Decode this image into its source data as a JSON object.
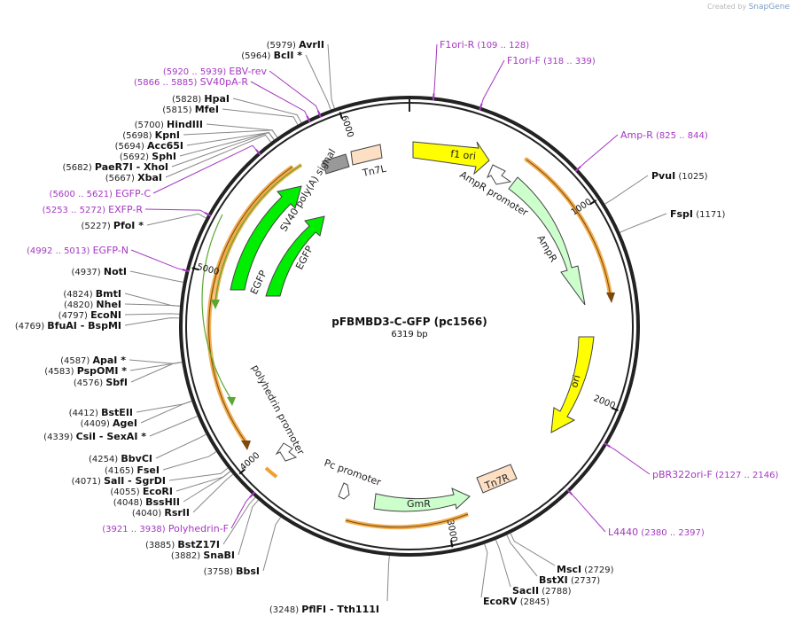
{
  "credit": {
    "prefix": "Created by",
    "brand": "SnapGene"
  },
  "plasmid": {
    "name": "pFBMBD3-C-GFP (pc1566)",
    "length_label": "6319 bp"
  },
  "ticks": [
    {
      "label": "1000",
      "ang": 56,
      "r": 193
    },
    {
      "label": "2000",
      "ang": 112,
      "r": 226
    },
    {
      "label": "3000",
      "ang": 169,
      "r": 215
    },
    {
      "label": "4000",
      "ang": 229,
      "r": 224
    },
    {
      "label": "5000",
      "ang": 285,
      "r": 229
    },
    {
      "label": "6000",
      "ang": 342,
      "r": 228
    }
  ],
  "enzymes_right": [
    {
      "name": "PvuI",
      "pos": "(1025)",
      "ang": 58
    },
    {
      "name": "FspI",
      "pos": "(1171)",
      "ang": 66
    }
  ],
  "enzymes_bottom_right": [
    {
      "name": "MscI",
      "pos": "(2729)",
      "ang": 154
    },
    {
      "name": "BstXI",
      "pos": "(2737)",
      "ang": 155
    },
    {
      "name": "SacII",
      "pos": "(2788)",
      "ang": 158
    },
    {
      "name": "EcoRV",
      "pos": "(2845)",
      "ang": 161
    }
  ],
  "enzymes_bottom": [
    {
      "name": "PflFI",
      "name2": "Tth111I",
      "pos": "(3248)",
      "ang": 185
    }
  ],
  "enzymes_left": [
    {
      "name": "BbsI",
      "pos": "(3758)",
      "ang": 214
    },
    {
      "name": "SnaBI",
      "pos": "(3882)",
      "ang": 221
    },
    {
      "name": "BstZ17I",
      "pos": "(3885)",
      "ang": 222
    },
    {
      "name": "RsrII",
      "pos": "(4040)",
      "ang": 230
    },
    {
      "name": "BssHII",
      "pos": "(4048)",
      "ang": 231
    },
    {
      "name": "EcoRI",
      "pos": "(4055)",
      "ang": 231
    },
    {
      "name": "SalI",
      "name2": "SgrDI",
      "pos": "(4071)",
      "ang": 232
    },
    {
      "name": "FseI",
      "pos": "(4165)",
      "ang": 237
    },
    {
      "name": "BbvCI",
      "pos": "(4254)",
      "ang": 242
    },
    {
      "name": "CsiI",
      "name2": "SexAI *",
      "pos": "(4339)",
      "ang": 247
    },
    {
      "name": "AgeI",
      "pos": "(4409)",
      "ang": 251
    },
    {
      "name": "BstEII",
      "pos": "(4412)",
      "ang": 251
    },
    {
      "name": "SbfI",
      "pos": "(4576)",
      "ang": 261
    },
    {
      "name": "PspOMI *",
      "pos": "(4583)",
      "ang": 261
    },
    {
      "name": "ApaI *",
      "pos": "(4587)",
      "ang": 261
    },
    {
      "name": "BfuAI",
      "name2": "BspMI",
      "pos": "(4769)",
      "ang": 272
    },
    {
      "name": "EcoNI",
      "pos": "(4797)",
      "ang": 273
    },
    {
      "name": "NheI",
      "pos": "(4820)",
      "ang": 275
    },
    {
      "name": "BmtI",
      "pos": "(4824)",
      "ang": 275
    },
    {
      "name": "NotI",
      "pos": "(4937)",
      "ang": 281
    },
    {
      "name": "PfoI *",
      "pos": "(5227)",
      "ang": 298
    },
    {
      "name": "XbaI",
      "pos": "(5667)",
      "ang": 323
    },
    {
      "name": "PaeR7I",
      "name2": "XhoI",
      "pos": "(5682)",
      "ang": 324
    },
    {
      "name": "SphI",
      "pos": "(5692)",
      "ang": 324
    },
    {
      "name": "Acc65I",
      "pos": "(5694)",
      "ang": 324
    },
    {
      "name": "KpnI",
      "pos": "(5698)",
      "ang": 325
    },
    {
      "name": "HindIII",
      "pos": "(5700)",
      "ang": 325
    },
    {
      "name": "MfeI",
      "pos": "(5815)",
      "ang": 331
    },
    {
      "name": "HpaI",
      "pos": "(5828)",
      "ang": 332
    },
    {
      "name": "BclI *",
      "pos": "(5964)",
      "ang": 340
    },
    {
      "name": "AvrII",
      "pos": "(5979)",
      "ang": 341
    }
  ],
  "primers": [
    {
      "name": "F1ori-R",
      "range": "(109 .. 128)",
      "ang": 6
    },
    {
      "name": "F1ori-F",
      "range": "(318 .. 339)",
      "ang": 18
    },
    {
      "name": "Amp-R",
      "range": "(825 .. 844)",
      "ang": 47
    },
    {
      "name": "pBR322ori-F",
      "range": "(2127 .. 2146)",
      "ang": 121
    },
    {
      "name": "L4440",
      "range": "(2380 .. 2397)",
      "ang": 136
    },
    {
      "name": "Polyhedrin-F",
      "range": "(3921 .. 3938)",
      "ang": 223
    },
    {
      "name": "EGFP-N",
      "range": "(4992 .. 5013)",
      "ang": 284
    },
    {
      "name": "EXFP-R",
      "range": "(5253 .. 5272)",
      "ang": 299
    },
    {
      "name": "EGFP-C",
      "range": "(5600 .. 5621)",
      "ang": 319
    },
    {
      "name": "SV40pA-R",
      "range": "(5866 .. 5885)",
      "ang": 334
    },
    {
      "name": "EBV-rev",
      "range": "(5920 .. 5939)",
      "ang": 337
    }
  ],
  "features": [
    {
      "name": "f1 ori",
      "color": "#ffff00"
    },
    {
      "name": "AmpR promoter",
      "color": "#ffffff"
    },
    {
      "name": "AmpR",
      "color": "#ccffcc"
    },
    {
      "name": "ori",
      "color": "#ffff00"
    },
    {
      "name": "Tn7R",
      "color": "#fde0c4"
    },
    {
      "name": "GmR",
      "color": "#ccffcc"
    },
    {
      "name": "Pc promoter",
      "color": "#ffffff"
    },
    {
      "name": "polyhedrin promoter",
      "color": "#ffffff"
    },
    {
      "name": "EGFP",
      "color": "#00ee00"
    },
    {
      "name": "SV40 poly(A) signal",
      "color": "#999999"
    },
    {
      "name": "Tn7L",
      "color": "#fde0c4"
    }
  ],
  "colors": {
    "primer": "#a537c2",
    "orf": "#f0a030",
    "orf_inner": "#5aa832",
    "backbone": "#222222"
  }
}
